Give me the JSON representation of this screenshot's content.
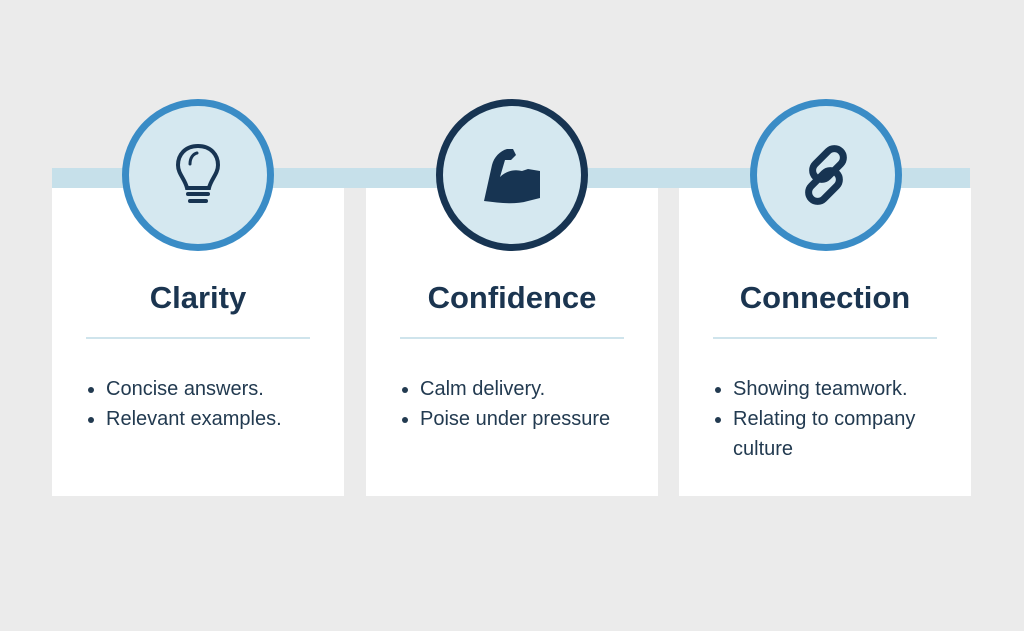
{
  "colors": {
    "background": "#ebebeb",
    "band": "#c6e0ea",
    "accent": "#3a8cc6",
    "dark": "#173452"
  },
  "cards": [
    {
      "title": "Clarity",
      "icon": "lightbulb-icon",
      "bullets": [
        "Concise answers.",
        "Relevant examples."
      ]
    },
    {
      "title": "Confidence",
      "icon": "flexed-arm-icon",
      "bullets": [
        "Calm delivery.",
        "Poise under pressure"
      ]
    },
    {
      "title": "Connection",
      "icon": "chain-link-icon",
      "bullets": [
        "Showing teamwork.",
        "Relating to company culture"
      ]
    }
  ]
}
